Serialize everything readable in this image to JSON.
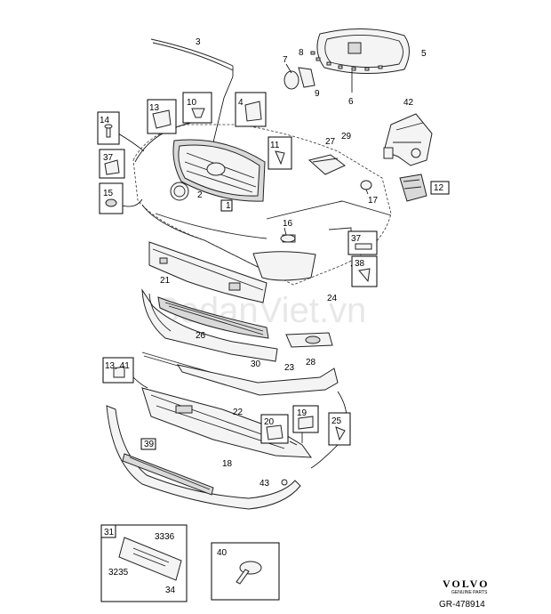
{
  "diagram": {
    "watermark": "SedanViet.vn",
    "brand": {
      "name": "VOLVO",
      "subtitle": "GENUINE PARTS"
    },
    "reference_code": "GR-478914",
    "callouts": {
      "c1": "1",
      "c2": "2",
      "c3": "3",
      "c4": "4",
      "c5": "5",
      "c6": "6",
      "c7": "7",
      "c8": "8",
      "c9": "9",
      "c10": "10",
      "c11": "11",
      "c12": "12",
      "c13": "13",
      "c13_41": "13, 41",
      "c14": "14",
      "c15": "15",
      "c16": "16",
      "c17": "17",
      "c18": "18",
      "c19": "19",
      "c20": "20",
      "c21": "21",
      "c22": "22",
      "c23": "23",
      "c24": "24",
      "c25": "25",
      "c26": "26",
      "c27": "27",
      "c28": "28",
      "c29": "29",
      "c30": "30",
      "c31": "31",
      "c3235": "3235",
      "c3336": "3336",
      "c34": "34",
      "c37": "37",
      "c37b": "37",
      "c38": "38",
      "c39": "39",
      "c40": "40",
      "c42": "42",
      "c43": "43"
    }
  }
}
